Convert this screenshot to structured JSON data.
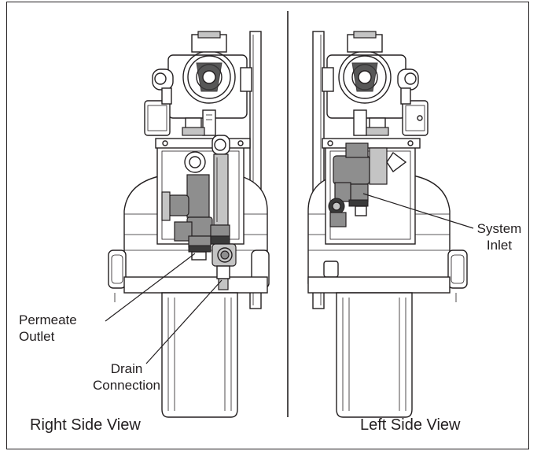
{
  "figure": {
    "views": [
      {
        "caption": "Right Side View"
      },
      {
        "caption": "Left Side View"
      }
    ],
    "callouts": {
      "permeate_outlet": {
        "line1": "Permeate",
        "line2": "Outlet"
      },
      "drain_connection": {
        "line1": "Drain",
        "line2": "Connection"
      },
      "system_inlet": {
        "line1": "System",
        "line2": "Inlet"
      }
    }
  }
}
